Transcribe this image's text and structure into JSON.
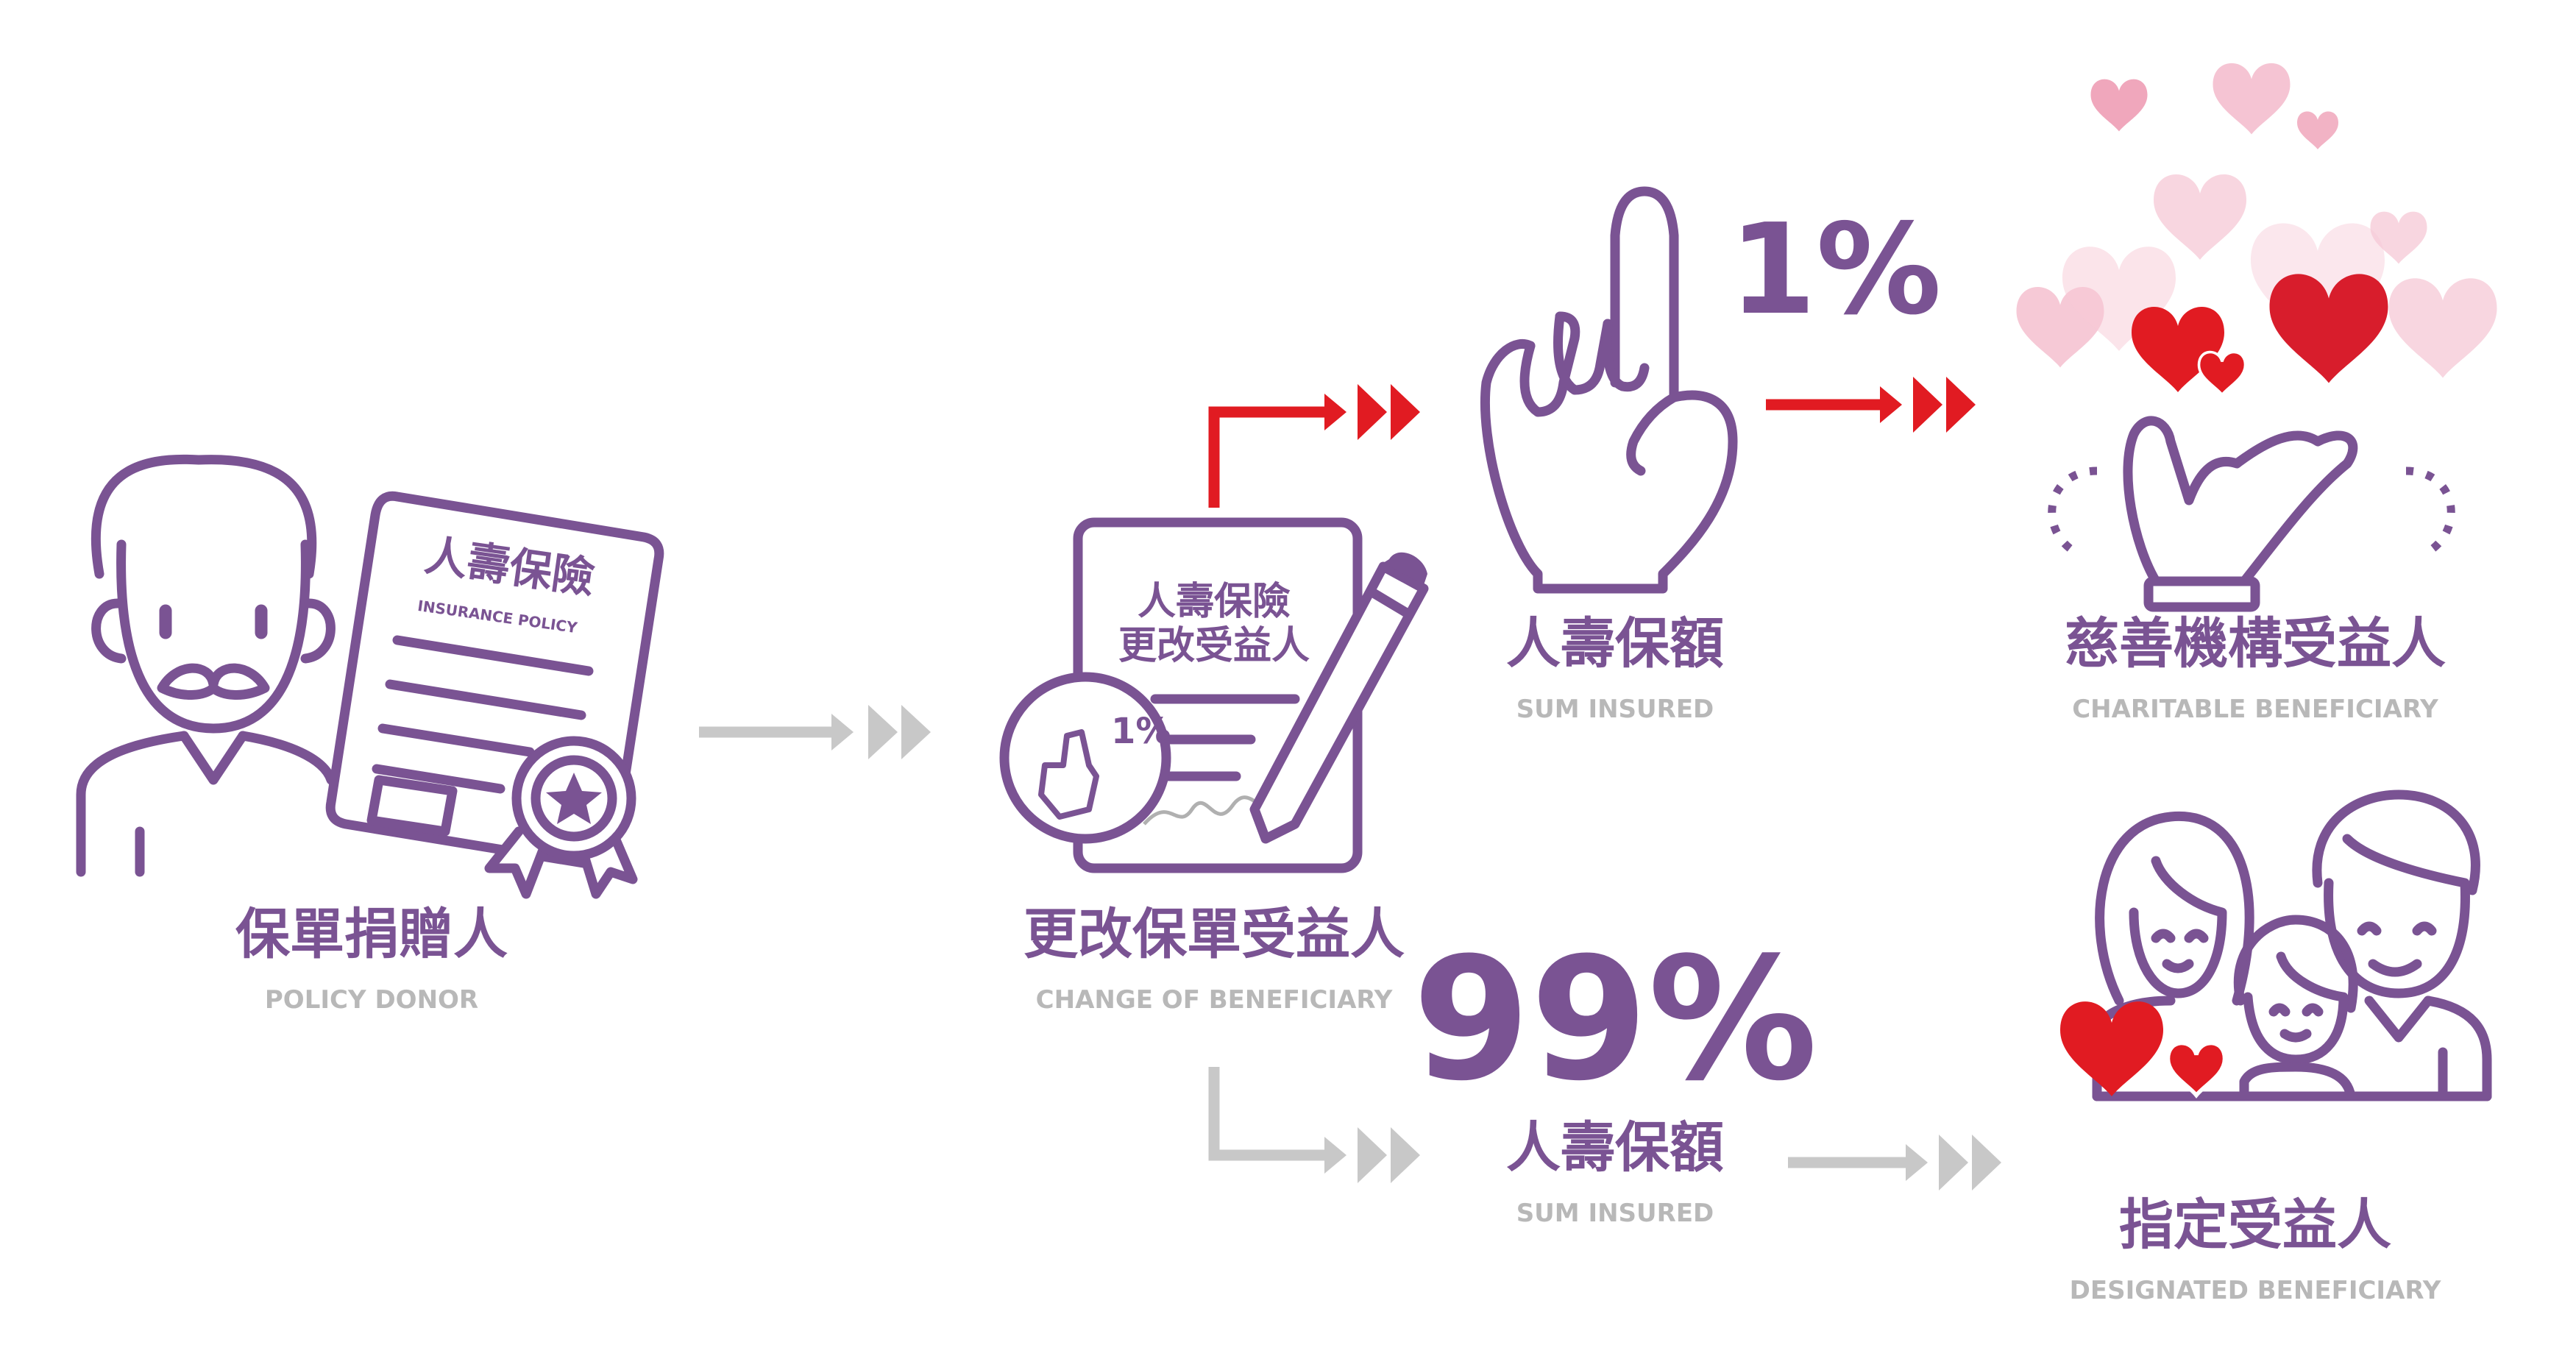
{
  "steps": {
    "donor": {
      "zh": "保單捐贈人",
      "en": "POLICY DONOR"
    },
    "change": {
      "zh": "更改保單受益人",
      "en": "CHANGE OF BENEFICIARY"
    },
    "sum_one": {
      "zh": "人壽保額",
      "en": "SUM INSURED",
      "percent": "1%"
    },
    "sum_two": {
      "zh": "人壽保額",
      "en": "SUM INSURED",
      "percent": "99%"
    },
    "charity": {
      "zh": "慈善機構受益人",
      "en": "CHARITABLE BENEFICIARY"
    },
    "designated": {
      "zh": "指定受益人",
      "en": "DESIGNATED BENEFICIARY"
    }
  },
  "certificate": {
    "title": "人壽保險",
    "subtitle": "INSURANCE POLICY"
  },
  "change_doc": {
    "line1": "人壽保險",
    "line2": "更改受益人",
    "badge": "1%"
  },
  "colors": {
    "purple": "#7a5393",
    "gray": "#b8b8b8",
    "red": "#e11b22",
    "pink": "#f0a8bd"
  },
  "icons": [
    "donor-man-icon",
    "policy-certificate-icon",
    "award-seal-icon",
    "change-document-icon",
    "pen-icon",
    "one-finger-hand-icon",
    "hearts-hand-icon",
    "family-icon",
    "heart-icon",
    "arrow-icon"
  ]
}
